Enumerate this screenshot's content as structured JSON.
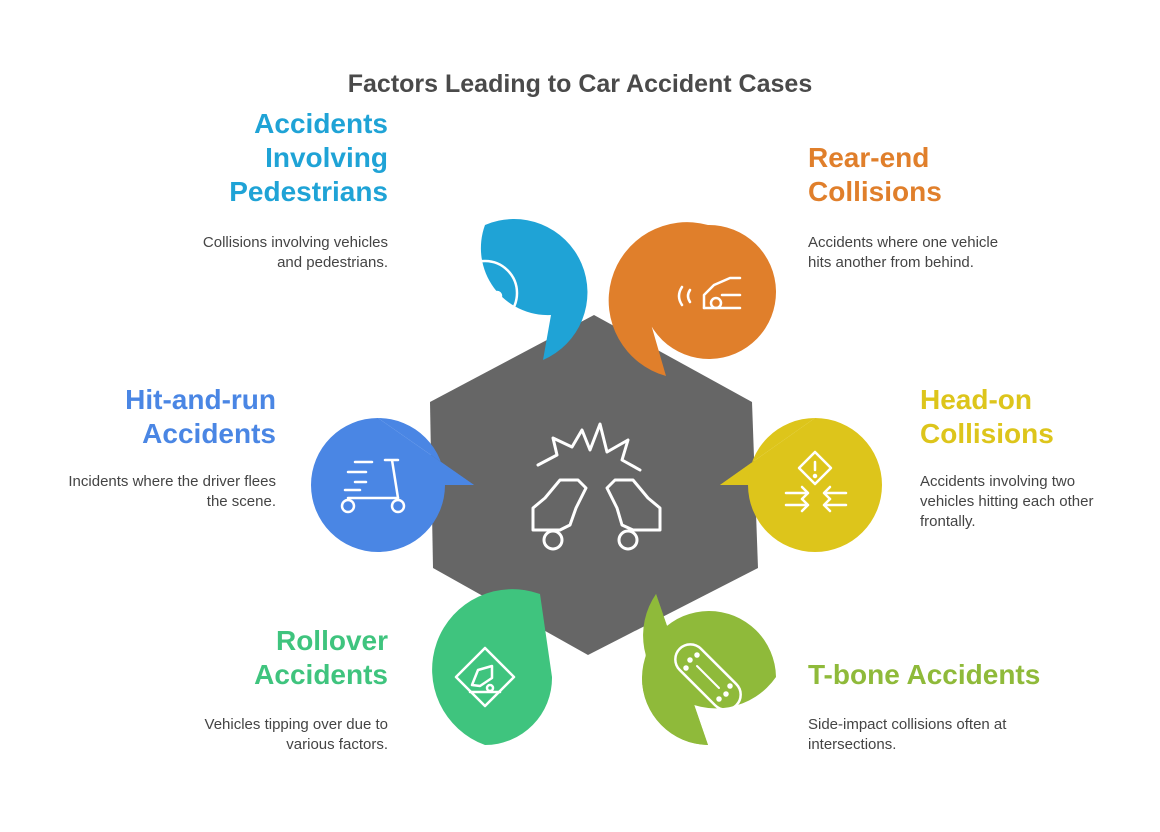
{
  "title": "Factors Leading to Car Accident Cases",
  "center": {
    "icon": "car-crash-icon",
    "color": "#666666"
  },
  "factors": [
    {
      "heading": "Accidents Involving Pedestrians",
      "heading_lines": [
        "Accidents",
        "Involving",
        "Pedestrians"
      ],
      "description_lines": [
        "Collisions involving vehicles",
        "and pedestrians."
      ],
      "color": "#1fa3d6",
      "icon": "no-pedestrian-icon"
    },
    {
      "heading": "Rear-end Collisions",
      "heading_lines": [
        "Rear-end",
        "Collisions"
      ],
      "description_lines": [
        "Accidents where one vehicle",
        "hits another from behind."
      ],
      "color": "#e07f2b",
      "icon": "car-sensor-icon"
    },
    {
      "heading": "Head-on Collisions",
      "heading_lines": [
        "Head-on",
        "Collisions"
      ],
      "description_lines": [
        "Accidents involving two",
        "vehicles hitting each other",
        "frontally."
      ],
      "color": "#ddc51b",
      "icon": "head-on-warning-icon"
    },
    {
      "heading": "T-bone Accidents",
      "heading_lines": [
        "T-bone Accidents"
      ],
      "description_lines": [
        "Side-impact collisions often at",
        "intersections."
      ],
      "color": "#8fba3a",
      "icon": "bandage-icon"
    },
    {
      "heading": "Rollover Accidents",
      "heading_lines": [
        "Rollover",
        "Accidents"
      ],
      "description_lines": [
        "Vehicles tipping over due to",
        "various factors."
      ],
      "color": "#3fc47e",
      "icon": "rollover-sign-icon"
    },
    {
      "heading": "Hit-and-run Accidents",
      "heading_lines": [
        "Hit-and-run",
        "Accidents"
      ],
      "description_lines": [
        "Incidents where the driver flees",
        "the scene."
      ],
      "color": "#4a86e4",
      "icon": "scooter-icon"
    }
  ]
}
